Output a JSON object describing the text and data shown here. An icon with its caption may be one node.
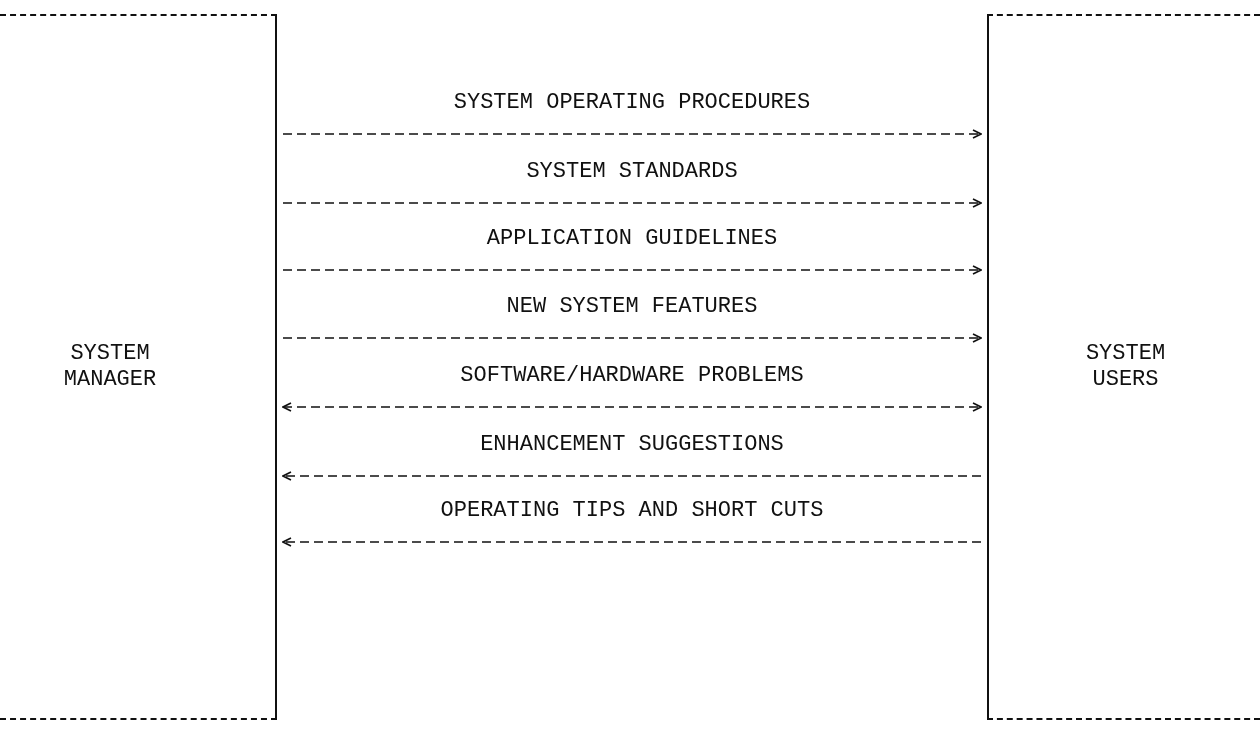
{
  "diagram": {
    "nodes": [
      {
        "text": [
          "SYSTEM MANAGER"
        ]
      },
      {
        "text": [
          "SYSTEM USERS"
        ]
      }
    ],
    "edges": [
      {
        "from": 0,
        "to": 1,
        "arrow": "to",
        "label": "SYSTEM OPERATING PROCEDURES",
        "style": "dashed"
      },
      {
        "from": 0,
        "to": 1,
        "arrow": "to",
        "label": "SYSTEM STANDARDS",
        "style": "dashed"
      },
      {
        "from": 0,
        "to": 1,
        "arrow": "to",
        "label": "APPLICATION GUIDELINES",
        "style": "dashed"
      },
      {
        "from": 0,
        "to": 1,
        "arrow": "to",
        "label": "NEW SYSTEM FEATURES",
        "style": "dashed"
      },
      {
        "from": 0,
        "to": 1,
        "arrow": "both",
        "label": "SOFTWARE/HARDWARE PROBLEMS",
        "style": "dashed"
      },
      {
        "from": 1,
        "to": 0,
        "arrow": "to",
        "label": "ENHANCEMENT SUGGESTIONS",
        "style": "dashed"
      },
      {
        "from": 1,
        "to": 0,
        "arrow": "to",
        "label": "OPERATING TIPS AND SHORT CUTS",
        "style": "dashed"
      }
    ]
  }
}
